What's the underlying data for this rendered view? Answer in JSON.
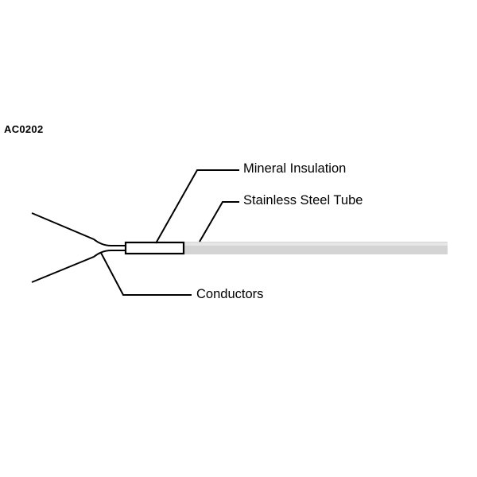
{
  "figure": {
    "code": "AC0202",
    "labels": {
      "mineral_insulation": "Mineral Insulation",
      "stainless_steel_tube": "Stainless Steel Tube",
      "conductors": "Conductors"
    },
    "colors": {
      "line": "#000000",
      "tube_fill": "#d4d4d4",
      "tube_highlight": "#e6e6e6",
      "insulation_fill": "#ffffff",
      "background": "#ffffff"
    },
    "parts": [
      "conductors",
      "mineral-insulation",
      "stainless-steel-tube"
    ]
  }
}
